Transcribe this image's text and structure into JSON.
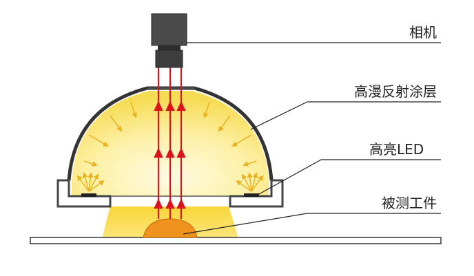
{
  "labels": {
    "camera": "相机",
    "coating": "高漫反射涂层",
    "led": "高亮LED",
    "workpiece": "被测工件"
  },
  "colors": {
    "glow_center": "#fffbe3",
    "glow_edge": "#f6dc55",
    "beam": "#f9dc42",
    "arrow_yellow": "#e9b21e",
    "ray_red": "#d9141b",
    "workpiece_fill": "#f0921e",
    "housing": "#444444",
    "camera_body": "#4a4a4a"
  }
}
